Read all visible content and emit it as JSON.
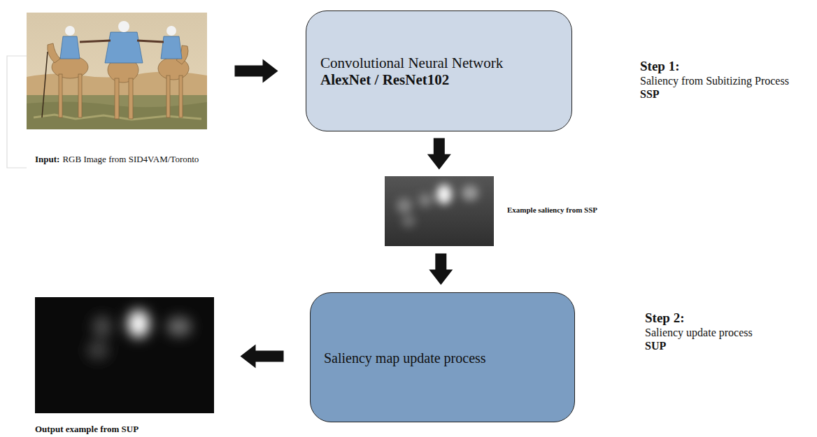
{
  "diagram": {
    "nodes": [
      {
        "text": [
          "Input:",
          "RGB Image from SID4VAM/Toronto"
        ]
      },
      {
        "text": [
          "Convolutional Neural Network",
          "AlexNet / ResNet102"
        ]
      },
      {
        "text": [
          "Example saliency from SSP"
        ]
      },
      {
        "text": [
          "Saliency map update process"
        ]
      },
      {
        "text": [
          "Output example from SUP"
        ]
      }
    ],
    "edges": [
      {
        "from": 0,
        "to": 1,
        "arrow": "to"
      },
      {
        "from": 1,
        "to": 2,
        "arrow": "to"
      },
      {
        "from": 2,
        "to": 3,
        "arrow": "to"
      },
      {
        "from": 3,
        "to": 4,
        "arrow": "to"
      }
    ],
    "labels": [
      "Step 1:",
      "Saliency from Subitizing Process",
      "SSP",
      "Step 2:",
      "Saliency update process",
      "SUP"
    ]
  }
}
